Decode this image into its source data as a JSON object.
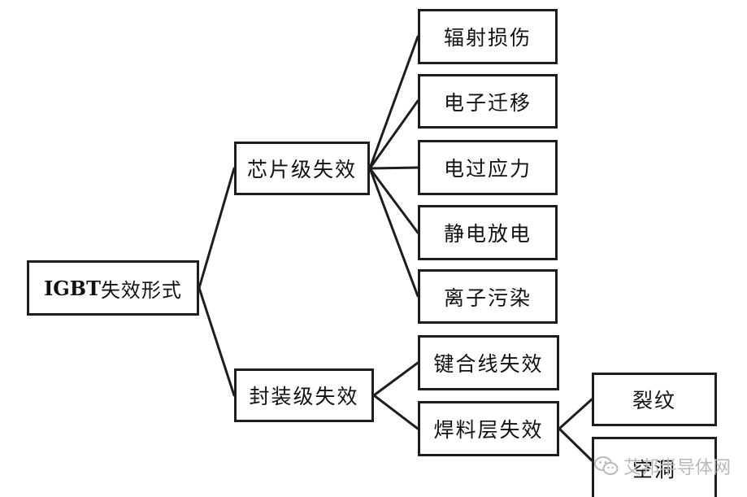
{
  "root": {
    "latin": "IGBT",
    "label": "失效形式"
  },
  "chip_level": {
    "label": "芯片级失效",
    "children": [
      "辐射损伤",
      "电子迁移",
      "电过应力",
      "静电放电",
      "离子污染"
    ]
  },
  "package_level": {
    "label": "封装级失效",
    "bond_wire": "键合线失效",
    "solder_layer": {
      "label": "焊料层失效",
      "children": [
        "裂纹",
        "空洞"
      ]
    }
  },
  "watermark": {
    "icon": "wechat-icon",
    "text": "艾邦半导体网"
  },
  "colors": {
    "line": "#1e1e1e",
    "border": "#1e1e1e",
    "text": "#111111",
    "watermark": "#b9b9b9"
  }
}
